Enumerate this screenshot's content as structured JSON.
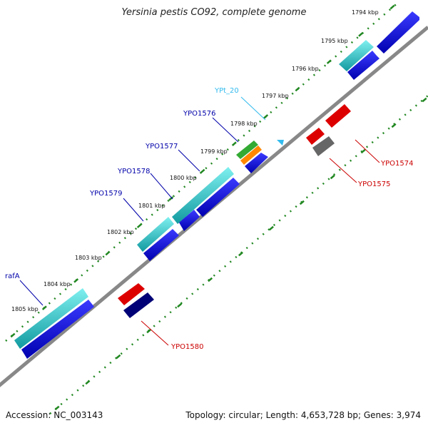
{
  "title": "Yersinia pestis CO92, complete genome",
  "footer": {
    "accession": "Accession: NC_003143",
    "summary": "Topology: circular; Length: 4,653,728 bp; Genes: 3,974"
  },
  "kbp_ticks": [
    "1794 kbp",
    "1795 kbp",
    "1796 kbp",
    "1797 kbp",
    "1798 kbp",
    "1799 kbp",
    "1800 kbp",
    "1801 kbp",
    "1802 kbp",
    "1803 kbp",
    "1804 kbp",
    "1805 kbp"
  ],
  "gene_labels_forward": [
    "YPt_20",
    "YPO1576",
    "YPO1577",
    "YPO1578",
    "YPO1579",
    "rafA"
  ],
  "gene_labels_reverse": [
    "YPO1574",
    "YPO1575",
    "YPO1580"
  ],
  "colors": {
    "cds": "#0000dd",
    "gene": "#1cc6c6",
    "trna": "#ff8800",
    "trna_gene": "#33aa33",
    "reverse_gene": "#dd0000",
    "pseudo": "#666666",
    "dark_cds": "#000077",
    "backbone": "#9a9a9a",
    "ticks": "#228822",
    "label_forward": "#0000aa",
    "label_trna": "#33bbee",
    "label_reverse": "#cc0000"
  }
}
